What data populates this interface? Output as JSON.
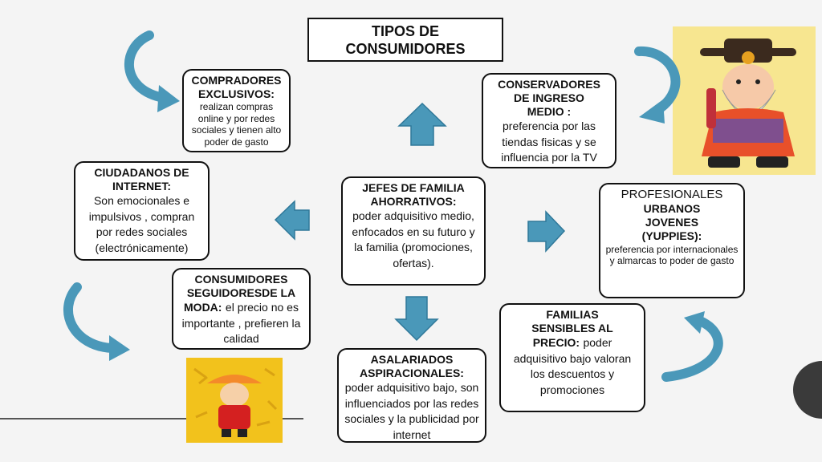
{
  "title_line1": "TIPOS DE",
  "title_line2": "CONSUMIDORES",
  "nodes": {
    "exclusivos": {
      "h1": "COMPRADORES",
      "h2": "EXCLUSIVOS:",
      "body": "realizan compras online y por redes sociales y tienen alto poder de gasto"
    },
    "conservadores": {
      "h1": "CONSERVADORES",
      "h2": "DE INGRESO",
      "h3": "MEDIO :",
      "body": "preferencia por las tiendas fisicas y se influencia por la TV"
    },
    "ciudadanos": {
      "h1": "CIUDADANOS DE",
      "h2": "INTERNET:",
      "body": "Son emocionales e impulsivos , compran por redes sociales (electrónicamente)"
    },
    "jefes": {
      "h1": "JEFES DE FAMILIA",
      "h2": "AHORRATIVOS:",
      "body": "poder adquisitivo medio, enfocados en su futuro y la familia (promociones, ofertas)."
    },
    "profesionales": {
      "h1": "PROFESIONALES",
      "h2": "URBANOS",
      "h3": "JOVENES",
      "h4": "(YUPPIES):",
      "body": "preferencia por internacionales y almarcas to poder de gasto"
    },
    "moda": {
      "h1": "CONSUMIDORES",
      "h2": "SEGUIDORESDE LA",
      "h3": "MODA:",
      "body": "el precio no es importante , prefieren la calidad"
    },
    "familias": {
      "h1": "FAMILIAS",
      "h2": "SENSIBLES AL",
      "h3": "PRECIO:",
      "body": "poder adquisitivo bajo valoran los descuentos y promociones"
    },
    "asalariados": {
      "h1": "ASALARIADOS",
      "h2": "ASPIRACIONALES:",
      "body": "poder adquisitivo bajo, son influenciados por las redes sociales y la publicidad por internet"
    }
  },
  "colors": {
    "arrow": "#4a98b9",
    "arrow_dark": "#2f7899",
    "box_border": "#111111",
    "clipart_bg": "#f7e690",
    "stamp_bg": "#f2c21c"
  }
}
